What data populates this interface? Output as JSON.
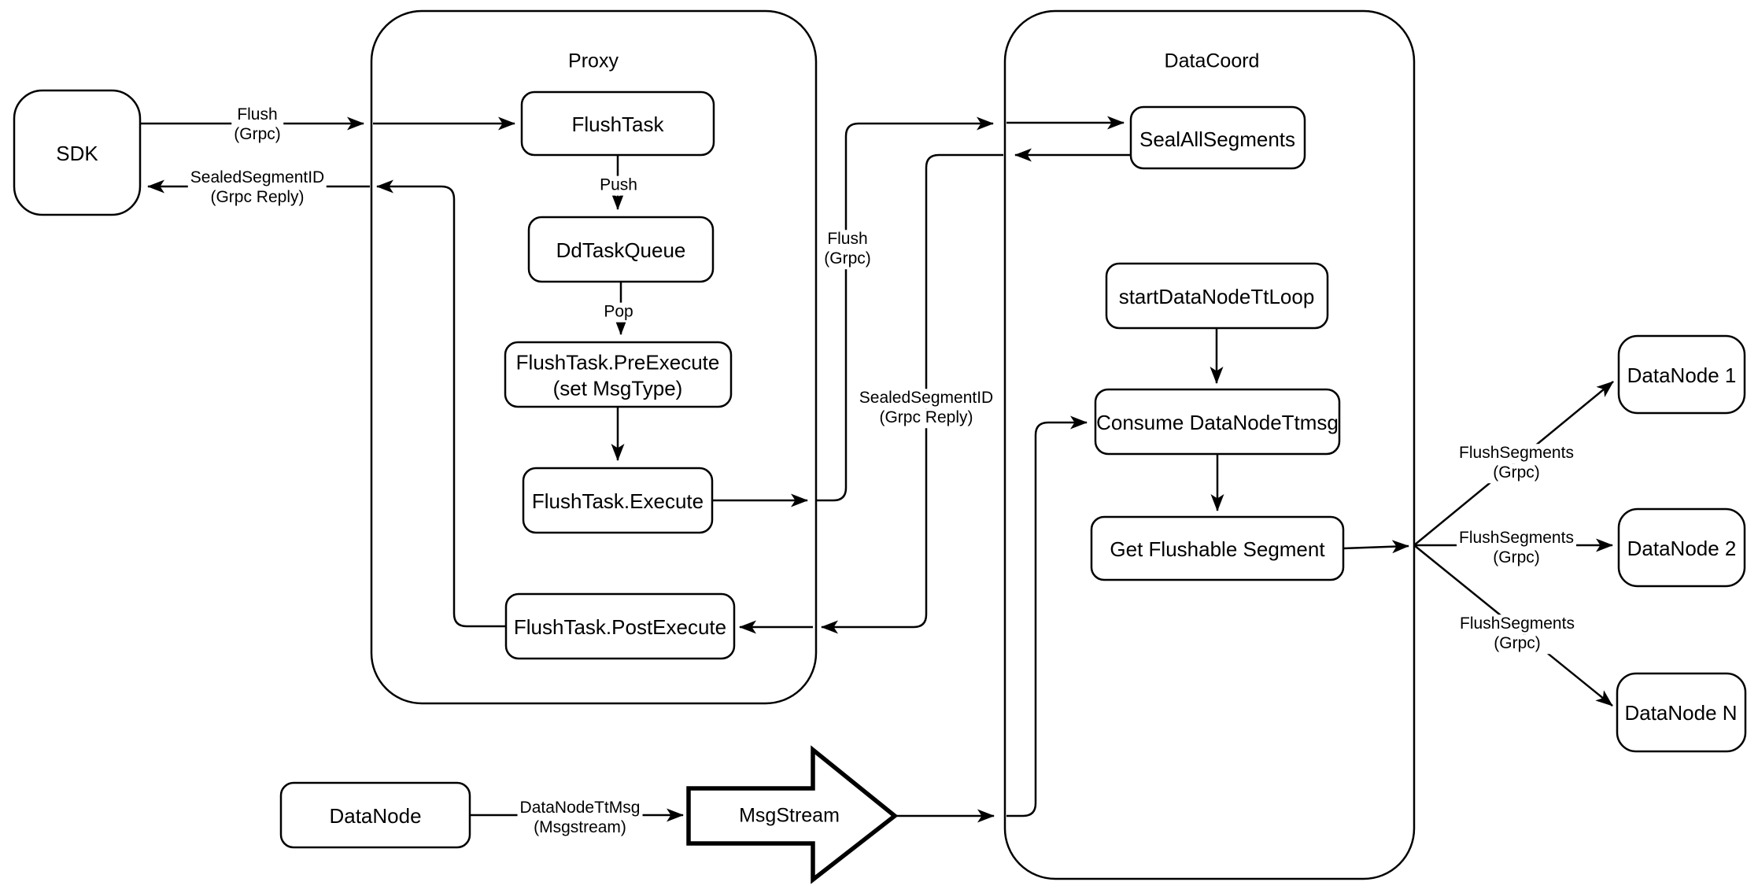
{
  "colors": {
    "stroke": "#000000",
    "shape_fill": "#ffffff",
    "background": "#ffffff"
  },
  "containers": {
    "proxy": {
      "title": "Proxy"
    },
    "datacoord": {
      "title": "DataCoord"
    }
  },
  "nodes": {
    "sdk": {
      "label": "SDK"
    },
    "flush_task": {
      "label": "FlushTask"
    },
    "dd_task_queue": {
      "label": "DdTaskQueue"
    },
    "pre_execute": {
      "line1": "FlushTask.PreExecute",
      "line2": "(set MsgType)"
    },
    "execute": {
      "label": "FlushTask.Execute"
    },
    "post_execute": {
      "label": "FlushTask.PostExecute"
    },
    "seal_all_segments": {
      "label": "SealAllSegments"
    },
    "start_data_node_tt_loop": {
      "label": "startDataNodeTtLoop"
    },
    "consume_data_node_ttmsg": {
      "label": "Consume DataNodeTtmsg"
    },
    "get_flushable_segment": {
      "label": "Get Flushable Segment"
    },
    "data_node_1": {
      "label": "DataNode 1"
    },
    "data_node_2": {
      "label": "DataNode 2"
    },
    "data_node_n": {
      "label": "DataNode N"
    },
    "data_node": {
      "label": "DataNode"
    },
    "msg_stream": {
      "label": "MsgStream"
    }
  },
  "edge_labels": {
    "flush_grpc_sdk": {
      "line1": "Flush",
      "line2": "(Grpc)"
    },
    "sealed_segment_id_sdk": {
      "line1": "SealedSegmentID",
      "line2": "(Grpc Reply)"
    },
    "push": {
      "label": "Push"
    },
    "pop": {
      "label": "Pop"
    },
    "flush_grpc_mid": {
      "line1": "Flush",
      "line2": "(Grpc)"
    },
    "sealed_segment_id_mid": {
      "line1": "SealedSegmentID",
      "line2": "(Grpc Reply)"
    },
    "flush_segments_1": {
      "line1": "FlushSegments",
      "line2": "(Grpc)"
    },
    "flush_segments_2": {
      "line1": "FlushSegments",
      "line2": "(Grpc)"
    },
    "flush_segments_3": {
      "line1": "FlushSegments",
      "line2": "(Grpc)"
    },
    "data_node_tt_msg": {
      "line1": "DataNodeTtMsg",
      "line2": "(Msgstream)"
    }
  },
  "edges": [
    {
      "from": "SDK",
      "to": "FlushTask",
      "label": "Flush (Grpc)"
    },
    {
      "from": "FlushTask",
      "to": "DdTaskQueue",
      "label": "Push"
    },
    {
      "from": "DdTaskQueue",
      "to": "FlushTask.PreExecute (set MsgType)",
      "label": "Pop"
    },
    {
      "from": "FlushTask.PreExecute (set MsgType)",
      "to": "FlushTask.Execute",
      "label": ""
    },
    {
      "from": "FlushTask.Execute",
      "to": "SealAllSegments",
      "label": "Flush (Grpc)"
    },
    {
      "from": "SealAllSegments",
      "to": "FlushTask.PostExecute",
      "label": "SealedSegmentID (Grpc Reply)"
    },
    {
      "from": "FlushTask.PostExecute",
      "to": "SDK",
      "label": "SealedSegmentID (Grpc Reply)"
    },
    {
      "from": "startDataNodeTtLoop",
      "to": "Consume DataNodeTtmsg",
      "label": ""
    },
    {
      "from": "Consume DataNodeTtmsg",
      "to": "Get Flushable Segment",
      "label": ""
    },
    {
      "from": "Get Flushable Segment",
      "to": "DataNode 1",
      "label": "FlushSegments (Grpc)"
    },
    {
      "from": "Get Flushable Segment",
      "to": "DataNode 2",
      "label": "FlushSegments (Grpc)"
    },
    {
      "from": "Get Flushable Segment",
      "to": "DataNode N",
      "label": "FlushSegments (Grpc)"
    },
    {
      "from": "DataNode",
      "to": "MsgStream",
      "label": "DataNodeTtMsg (Msgstream)"
    },
    {
      "from": "MsgStream",
      "to": "Consume DataNodeTtmsg",
      "label": ""
    }
  ]
}
